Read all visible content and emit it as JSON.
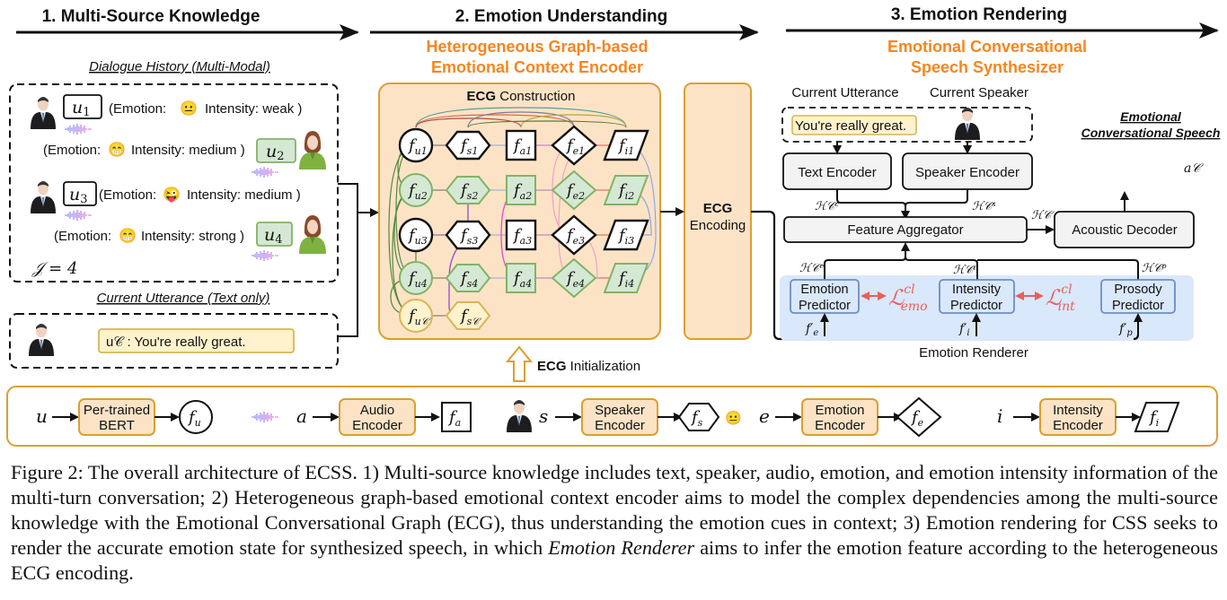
{
  "sections": [
    {
      "title": "1. Multi-Source Knowledge"
    },
    {
      "title": "2. Emotion Understanding"
    },
    {
      "title": "3. Emotion Rendering"
    }
  ],
  "multi_source": {
    "dialogue_history_label": "Dialogue History (Multi-Modal)",
    "turns": [
      {
        "utt": "u1",
        "speaker": "male",
        "emotion_label": "(Emotion:",
        "emoji": "😐",
        "intensity_label": "Intensity: weak )"
      },
      {
        "utt": "u2",
        "speaker": "female",
        "emotion_label": "(Emotion:",
        "emoji": "😁",
        "intensity_label": "Intensity: medium )"
      },
      {
        "utt": "u3",
        "speaker": "male",
        "emotion_label": "(Emotion:",
        "emoji": "😜",
        "intensity_label": "Intensity: medium )"
      },
      {
        "utt": "u4",
        "speaker": "female",
        "emotion_label": "(Emotion:",
        "emoji": "😁",
        "intensity_label": "Intensity: strong )"
      }
    ],
    "turn_count": "𝒥 = 4",
    "current_utterance_label": "Current Utterance (Text only)",
    "current_utterance_text": "u𝒞 : You're really great."
  },
  "emotion_understanding": {
    "subtitle_line1": "Heterogeneous Graph-based",
    "subtitle_line2": "Emotional Context Encoder",
    "ecg_construction_bold": "ECG",
    "ecg_construction_rest": " Construction",
    "ecg_encoding_bold": "ECG",
    "ecg_encoding_rest": "Encoding",
    "ecg_init_bold": "ECG",
    "ecg_init_rest": " Initialization",
    "graph_rows": [
      [
        "f_u1",
        "f_s1",
        "f_a1",
        "f_e1",
        "f_i1"
      ],
      [
        "f_u2",
        "f_s2",
        "f_a2",
        "f_e2",
        "f_i2"
      ],
      [
        "f_u3",
        "f_s3",
        "f_a3",
        "f_e3",
        "f_i3"
      ],
      [
        "f_u4",
        "f_s4",
        "f_a4",
        "f_e4",
        "f_i4"
      ],
      [
        "f_uC",
        "f_sC"
      ]
    ],
    "node_labels": {
      "u": "u",
      "s": "s",
      "a": "a",
      "e": "e",
      "i": "i"
    }
  },
  "emotion_rendering": {
    "subtitle_line1": "Emotional Conversational",
    "subtitle_line2": "Speech Synthesizer",
    "current_utterance_label": "Current Utterance",
    "current_speaker_label": "Current Speaker",
    "utterance_text": "You're really great.",
    "text_encoder": "Text Encoder",
    "speaker_encoder": "Speaker Encoder",
    "feature_aggregator": "Feature Aggregator",
    "acoustic_decoder": "Acoustic Decoder",
    "output_label_line1": "Emotional",
    "output_label_line2": "Conversational Speech",
    "output_symbol": "a𝒞",
    "H_c": "ℋ𝒞",
    "H_text": "ℋ𝒞ᶜ",
    "H_speaker": "ℋ𝒞ˢ",
    "H_emotion": "ℋ𝒞ᵉ",
    "H_intensity": "ℋ𝒞ⁱ",
    "H_prosody": "ℋ𝒞ᵖ",
    "emotion_predictor": [
      "Emotion",
      "Predictor"
    ],
    "intensity_predictor": [
      "Intensity",
      "Predictor"
    ],
    "prosody_predictor": [
      "Prosody",
      "Predictor"
    ],
    "loss_emo": "ℒ",
    "loss_emo_sup": "cl",
    "loss_emo_sub": "emo",
    "loss_int": "ℒ",
    "loss_int_sup": "cl",
    "loss_int_sub": "int",
    "f_e_prime": "f′",
    "f_e_sub": "e",
    "f_i_sub": "i",
    "f_p_sub": "p",
    "renderer_label": "Emotion Renderer"
  },
  "initialization": {
    "items": [
      {
        "input": "u",
        "encoder": [
          "Per-trained",
          "BERT"
        ],
        "output": "u",
        "shape": "circle"
      },
      {
        "input": "a",
        "encoder": [
          "Audio",
          "Encoder"
        ],
        "output": "a",
        "shape": "square"
      },
      {
        "input": "s",
        "encoder": [
          "Speaker",
          "Encoder"
        ],
        "output": "s",
        "shape": "hexagon"
      },
      {
        "input": "e",
        "encoder": [
          "Emotion",
          "Encoder"
        ],
        "output": "e",
        "shape": "diamond"
      },
      {
        "input": "i",
        "encoder": [
          "Intensity",
          "Encoder"
        ],
        "output": "i",
        "shape": "parallelogram"
      }
    ],
    "emoji": "😐"
  },
  "caption": {
    "text_before_italic": "Figure 2: The overall architecture of ECSS. 1) Multi-source knowledge includes text, speaker, audio, emotion, and emotion intensity information of the multi-turn conversation; 2) Heterogeneous graph-based emotional context encoder aims to model the complex dependencies among the multi-source knowledge with the Emotional Conversational Graph (ECG), thus understanding the emotion cues in context; 3) Emotion rendering for CSS seeks to render the accurate emotion state for synthesized speech, in which ",
    "italic": "Emotion Renderer",
    "text_after_italic": " aims to infer the emotion feature according to the heterogeneous ECG encoding."
  },
  "colors": {
    "orange_title": "#f5861f",
    "encoder_fill": "#fde3c6",
    "encoder_stroke": "#d9a032",
    "green_fill": "#d5e8d4",
    "green_stroke": "#82b366",
    "yellow_fill": "#fff2cc",
    "yellow_stroke": "#d6b656",
    "renderer_bg": "#dae8fc",
    "predictor_stroke": "#6c8ebf",
    "loss_red": "#e8605a"
  }
}
